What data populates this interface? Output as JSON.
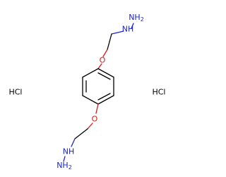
{
  "molecule": {
    "atoms": {
      "top_nh2": {
        "symbol": "NH",
        "subscript": "2",
        "color": "#1a24c7"
      },
      "top_nh": {
        "symbol": "NH",
        "color": "#1a24c7"
      },
      "top_o": {
        "symbol": "O",
        "color": "#d11b1b"
      },
      "bottom_o": {
        "symbol": "O",
        "color": "#d11b1b"
      },
      "bottom_nh": {
        "symbol": "NH",
        "color": "#1a24c7"
      },
      "bottom_nh2": {
        "symbol": "NH",
        "subscript": "2",
        "color": "#1a24c7"
      }
    },
    "counterions": {
      "left": "HCl",
      "right": "HCl"
    }
  }
}
